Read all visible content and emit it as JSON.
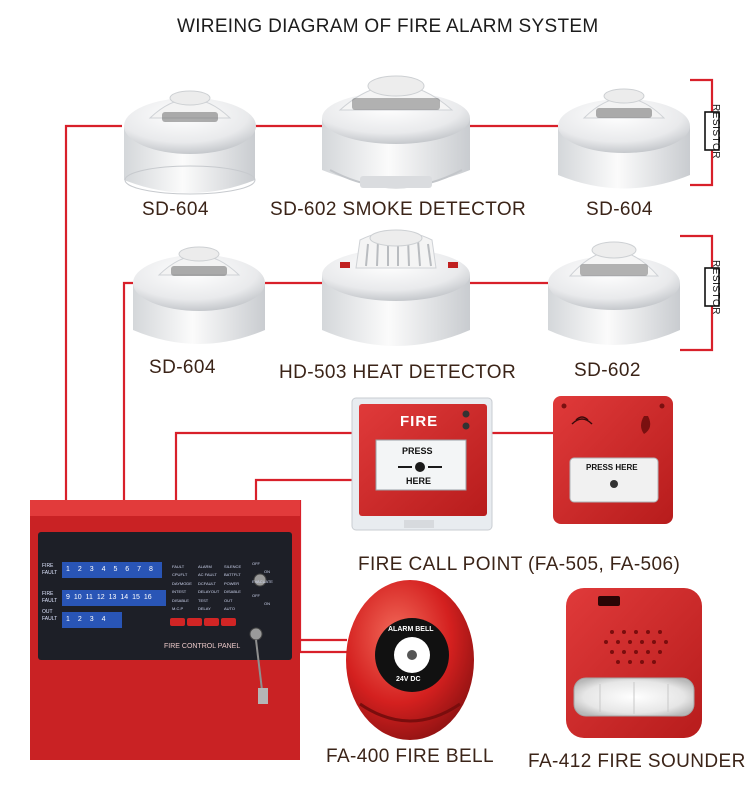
{
  "title": "WIREING DIAGRAM OF FIRE ALARM SYSTEM",
  "devices": {
    "sd604_top_left": "SD-604",
    "sd602_smoke": "SD-602 SMOKE DETECTOR",
    "sd604_top_right": "SD-604",
    "sd604_mid_left": "SD-604",
    "hd503_heat": "HD-503 HEAT DETECTOR",
    "sd602_mid_right": "SD-602",
    "call_point": "FIRE CALL POINT (FA-505, FA-506)",
    "fire_bell": "FA-400 FIRE BELL",
    "fire_sounder": "FA-412 FIRE SOUNDER"
  },
  "resistor_label": "RESISTOR",
  "call_point_fa505": {
    "top": "FIRE",
    "press": "PRESS",
    "here": "HERE"
  },
  "call_point_fa506": {
    "press_here": "PRESS HERE"
  },
  "bell_text": {
    "top": "ALARM BELL",
    "bottom": "24V DC"
  },
  "panel": {
    "caption": "FIRE CONTROL PANEL",
    "rows": [
      "FIRE",
      "FAULT",
      "FIRE",
      "FAULT",
      "OUT",
      "FAULT"
    ],
    "zones_a": [
      "1",
      "2",
      "3",
      "4",
      "5",
      "6",
      "7",
      "8"
    ],
    "zones_b": [
      "9",
      "10",
      "11",
      "12",
      "13",
      "14",
      "15",
      "16"
    ],
    "zones_c": [
      "1",
      "2",
      "3",
      "4"
    ],
    "status_col1": [
      "FAULT",
      "CPUFLT",
      "DAYMODE",
      "INTEST",
      "DISABLE",
      "M.C.P"
    ],
    "status_col2": [
      "ALARM",
      "AC FAULT",
      "DCFAULT",
      "DELAYOUT",
      "TEST",
      "DELAY"
    ],
    "status_col3": [
      "SILENCE",
      "BATTFLT",
      "POWER",
      "DISABLE",
      "OUT",
      "AUTO"
    ],
    "key_labels": [
      "OFF",
      "ON",
      "EVACUATE",
      "OFF",
      "ON"
    ]
  },
  "colors": {
    "wire": "#d8202a",
    "panel_red": "#d7282b",
    "panel_face": "#1d1f27",
    "led_blue": "#2b5fd0",
    "label": "#3b2418"
  }
}
